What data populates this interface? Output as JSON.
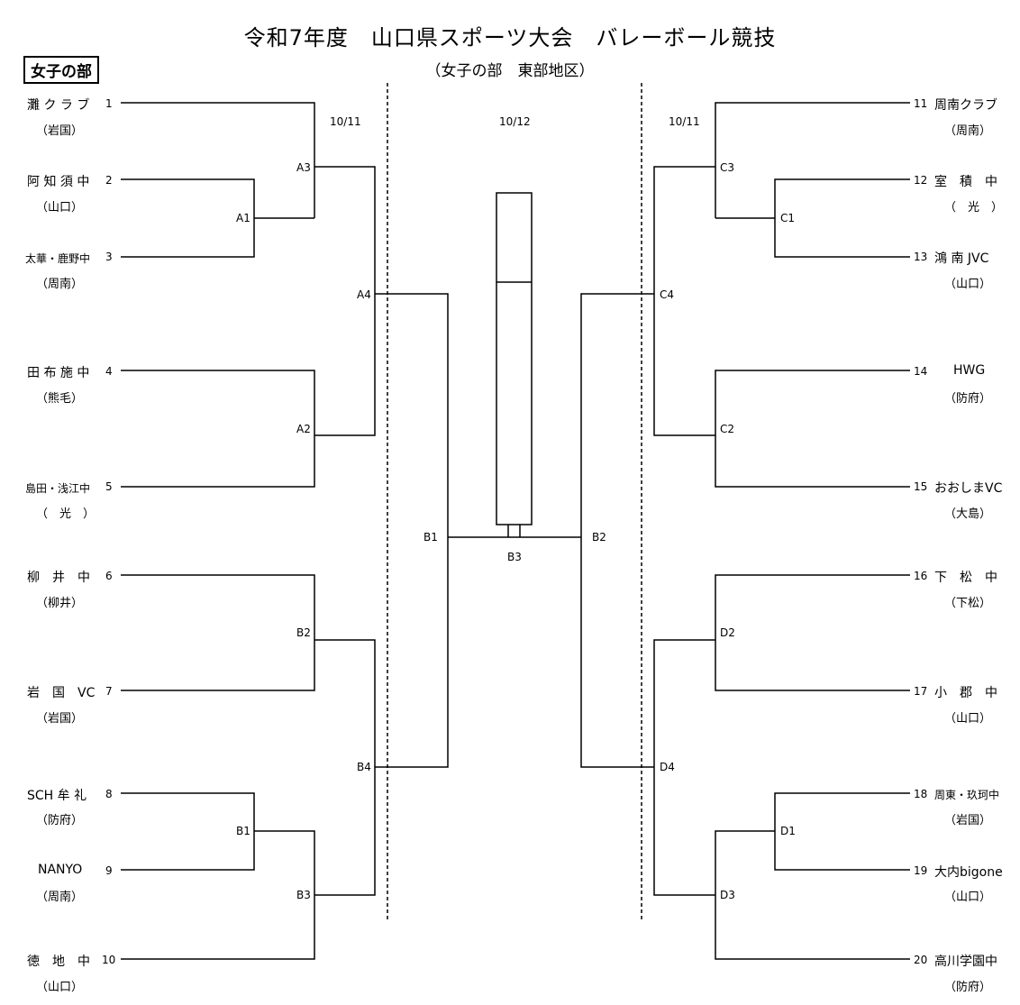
{
  "header": {
    "title": "令和7年度　山口県スポーツ大会　バレーボール競技",
    "division": "女子の部",
    "subtitle": "（女子の部　東部地区）"
  },
  "dates": {
    "left": "10/11",
    "center": "10/12",
    "right": "10/11"
  },
  "teams_left": [
    {
      "num": "1",
      "name": "灘 ク ラ ブ",
      "region": "（岩国）"
    },
    {
      "num": "2",
      "name": "阿 知 須 中",
      "region": "（山口）"
    },
    {
      "num": "3",
      "name": "太華・鹿野中",
      "region": "（周南）"
    },
    {
      "num": "4",
      "name": "田 布 施 中",
      "region": "（熊毛）"
    },
    {
      "num": "5",
      "name": "島田・浅江中",
      "region": "（　光　）"
    },
    {
      "num": "6",
      "name": "柳　井　中",
      "region": "（柳井）"
    },
    {
      "num": "7",
      "name": "岩　国　VC",
      "region": "（岩国）"
    },
    {
      "num": "8",
      "name": "SCH 牟 礼",
      "region": "（防府）"
    },
    {
      "num": "9",
      "name": "NANYO",
      "region": "（周南）"
    },
    {
      "num": "10",
      "name": "徳　地　中",
      "region": "（山口）"
    }
  ],
  "teams_right": [
    {
      "num": "11",
      "name": "周南クラブ",
      "region": "（周南）"
    },
    {
      "num": "12",
      "name": "室　積　中",
      "region": "（　光　）"
    },
    {
      "num": "13",
      "name": "鴻 南 JVC",
      "region": "（山口）"
    },
    {
      "num": "14",
      "name": "HWG",
      "region": "（防府）"
    },
    {
      "num": "15",
      "name": "おおしまVC",
      "region": "（大島）"
    },
    {
      "num": "16",
      "name": "下　松　中",
      "region": "（下松）"
    },
    {
      "num": "17",
      "name": "小　郡　中",
      "region": "（山口）"
    },
    {
      "num": "18",
      "name": "周東・玖珂中",
      "region": "（岩国）"
    },
    {
      "num": "19",
      "name": "大内bigone",
      "region": "（山口）"
    },
    {
      "num": "20",
      "name": "高川学園中",
      "region": "（防府）"
    }
  ],
  "matches": {
    "A1": "A1",
    "A2": "A2",
    "A3": "A3",
    "A4": "A4",
    "B1L": "B1",
    "B2L": "B2",
    "B3L": "B3",
    "B4": "B4",
    "B1C": "B1",
    "B2C": "B2",
    "B3C": "B3",
    "C1": "C1",
    "C2": "C2",
    "C3": "C3",
    "C4": "C4",
    "D1": "D1",
    "D2": "D2",
    "D3": "D3",
    "D4": "D4"
  }
}
